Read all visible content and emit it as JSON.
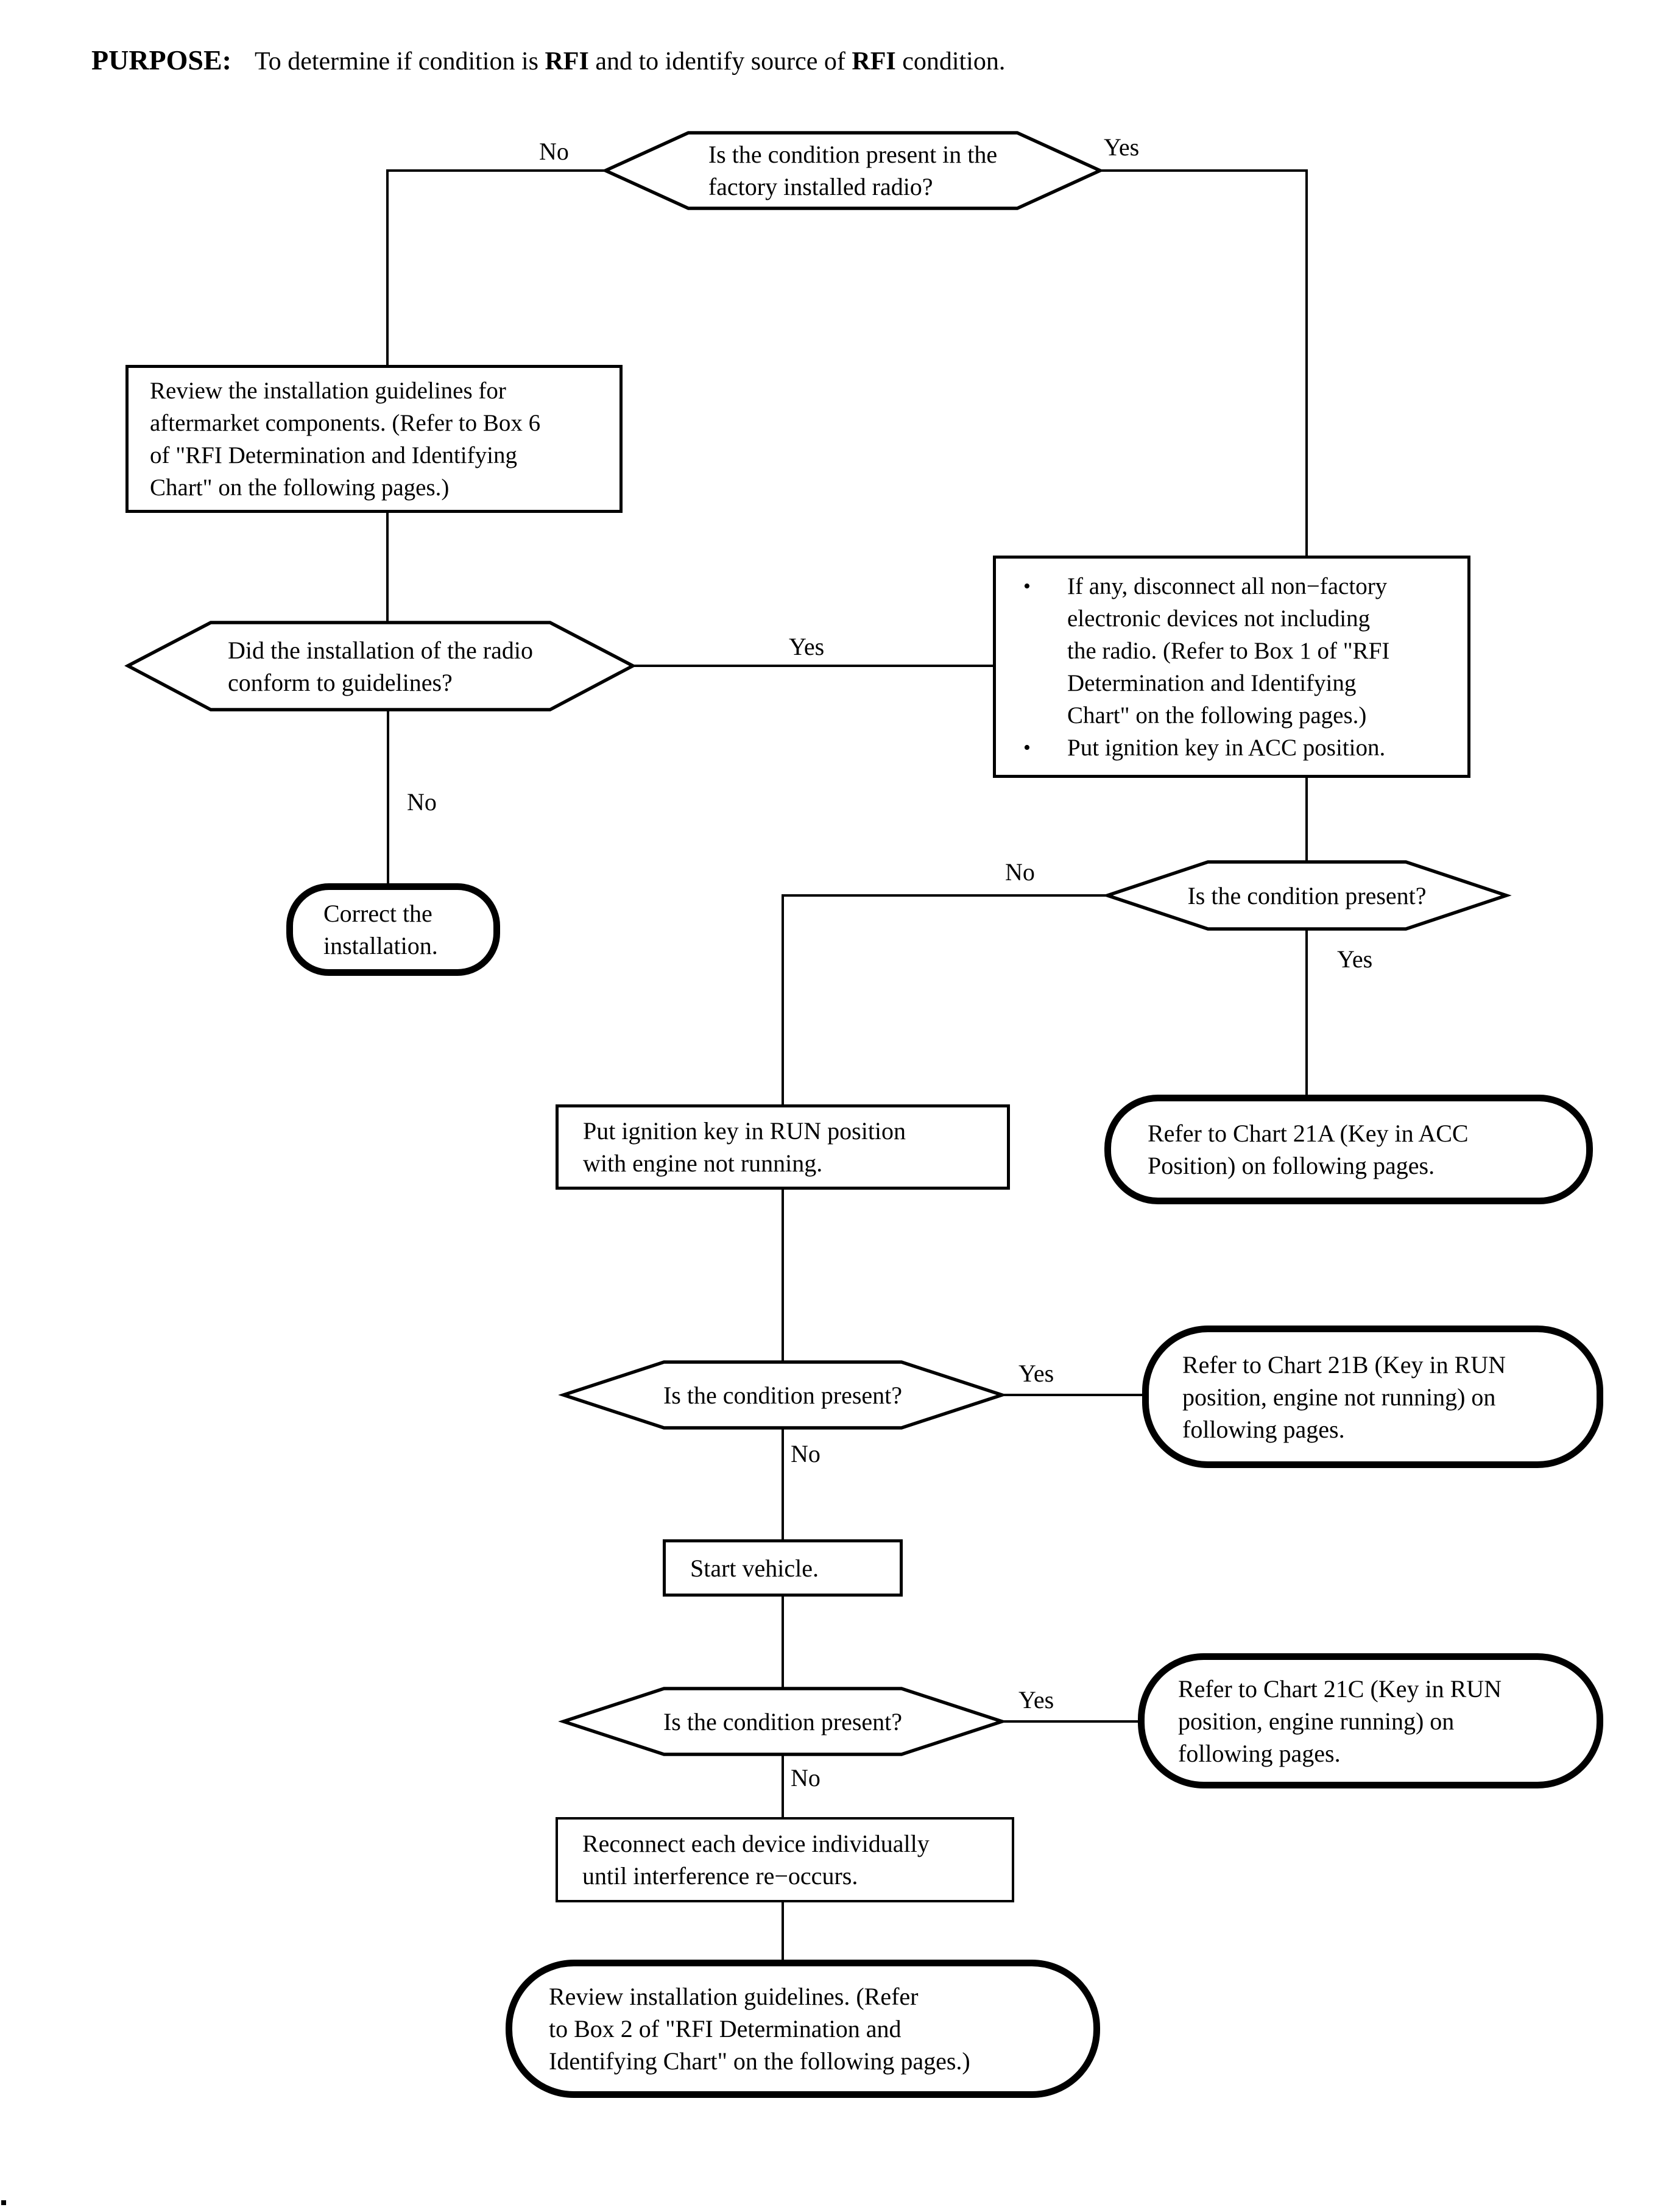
{
  "title": {
    "label": "PURPOSE:",
    "seg1": "To determine if condition is ",
    "rfi1": "RFI",
    "seg2": " and to identify source of ",
    "rfi2": "RFI",
    "seg3": " condition."
  },
  "labels": {
    "yes": "Yes",
    "no": "No"
  },
  "glyphs": {
    "bullet": "•"
  },
  "nodes": {
    "factory_radio_q": {
      "lines": [
        "Is the condition present in the",
        "factory installed radio?"
      ]
    },
    "review_guidelines": {
      "lines": [
        "Review the installation guidelines for",
        "aftermarket components. (Refer to Box 6",
        "of \"RFI Determination and Identifying",
        "Chart\" on the following pages.)"
      ]
    },
    "conform_q": {
      "lines": [
        "Did the installation of the radio",
        "conform to guidelines?"
      ]
    },
    "correct_installation": {
      "lines": [
        "Correct the",
        "installation."
      ]
    },
    "disconnect_steps": {
      "items": [
        {
          "lines": [
            "If any, disconnect all non−factory",
            "electronic devices not including",
            "the radio. (Refer to Box 1 of \"RFI",
            "Determination and Identifying",
            "Chart\" on the following pages.)"
          ]
        },
        {
          "lines": [
            "Put ignition key in ACC position."
          ]
        }
      ]
    },
    "acc_present_q": {
      "text": "Is the condition present?"
    },
    "chart_21a": {
      "lines": [
        "Refer to Chart 21A (Key in ACC",
        "Position) on following pages."
      ]
    },
    "run_position": {
      "lines": [
        "Put ignition key in RUN position",
        "with engine not running."
      ]
    },
    "run_present_q": {
      "text": "Is the condition present?"
    },
    "chart_21b": {
      "lines": [
        "Refer to Chart 21B (Key in RUN",
        "position, engine not running) on",
        "following pages."
      ]
    },
    "start_vehicle": {
      "text": "Start vehicle."
    },
    "engine_present_q": {
      "text": "Is the condition present?"
    },
    "chart_21c": {
      "lines": [
        "Refer to Chart 21C (Key in RUN",
        "position, engine running) on",
        "following pages."
      ]
    },
    "reconnect_devices": {
      "lines": [
        "Reconnect each device individually",
        "until interference re−occurs."
      ]
    },
    "review_box2": {
      "lines": [
        "Review installation guidelines. (Refer",
        "to Box 2 of \"RFI Determination and",
        "Identifying Chart\" on the following pages.)"
      ]
    }
  },
  "colors": {
    "ink": "#000000",
    "paper": "#ffffff"
  }
}
